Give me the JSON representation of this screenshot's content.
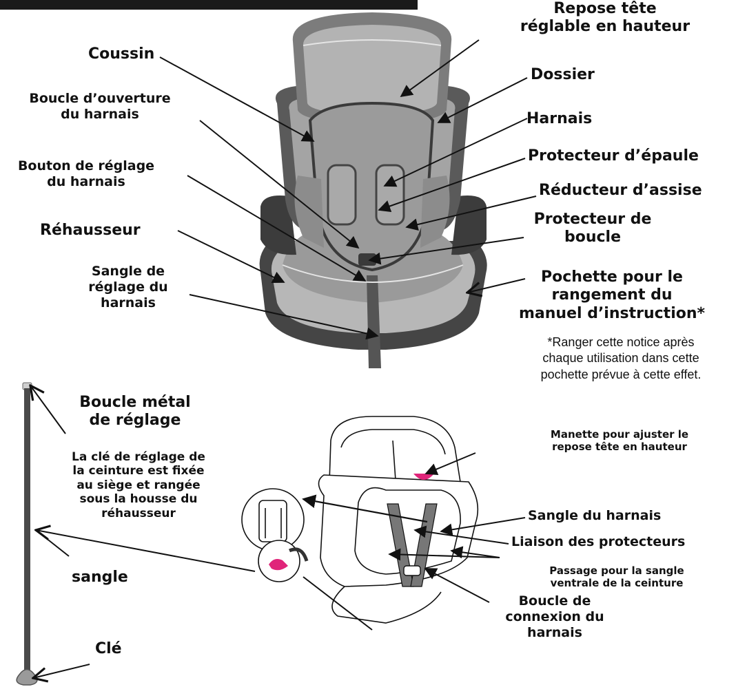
{
  "colors": {
    "seat_dark": "#4a4a4a",
    "seat_mid": "#8e8e8e",
    "seat_light": "#b4b4b4",
    "strap": "#555555",
    "accent_pink": "#e0257a"
  },
  "labels": {
    "coussin": "Coussin",
    "boucle_ouverture": [
      "Boucle d’ouverture",
      "du harnais"
    ],
    "bouton_reglage": [
      "Bouton de réglage",
      "du harnais"
    ],
    "rehausseur": "Réhausseur",
    "sangle_reglage": [
      "Sangle de",
      "réglage du",
      "harnais"
    ],
    "repose_tete": [
      "Repose tête",
      "réglable en hauteur"
    ],
    "dossier": "Dossier",
    "harnais": "Harnais",
    "protecteur_epaule": "Protecteur d’épaule",
    "reducteur_assise": "Réducteur d’assise",
    "protecteur_boucle": [
      "Protecteur de",
      "boucle"
    ],
    "pochette": [
      "Pochette pour le",
      "rangement du",
      "manuel d’instruction*"
    ],
    "note": [
      "*Ranger cette notice après",
      "chaque utilisation dans cette",
      "pochette prévue à cette effet."
    ],
    "boucle_metal": [
      "Boucle métal",
      "de réglage"
    ],
    "cle_info": [
      "La clé de réglage de",
      "la ceinture est fixée",
      "au siège et rangée",
      "sous la housse  du",
      "réhausseur"
    ],
    "sangle": "sangle",
    "cle": "Clé",
    "manette": [
      "Manette pour ajuster le",
      "repose tête en hauteur"
    ],
    "sangle_harnais": "Sangle du harnais",
    "liaison": "Liaison des protecteurs",
    "passage": [
      "Passage pour la sangle",
      "ventrale de la ceinture"
    ],
    "boucle_connexion": [
      "Boucle de",
      "connexion du",
      "harnais"
    ]
  }
}
